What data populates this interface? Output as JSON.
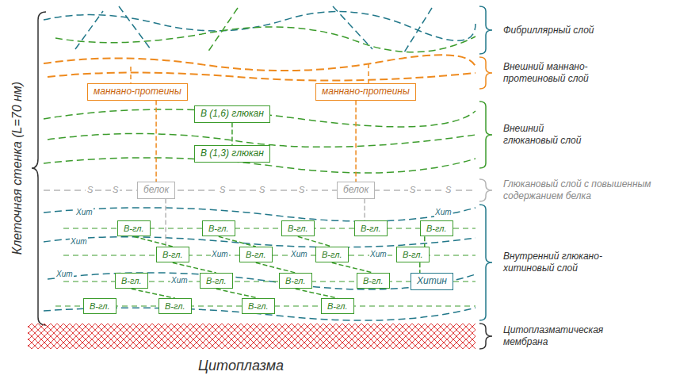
{
  "diagram": {
    "nodes": [
      {
        "text": [
          "маннано-протеины"
        ]
      },
      {
        "text": [
          "маннано-протеины"
        ]
      },
      {
        "text": [
          "B (1,6) глюкан"
        ]
      },
      {
        "text": [
          "B (1,3) глюкан"
        ]
      },
      {
        "text": [
          "белок"
        ]
      },
      {
        "text": [
          "белок"
        ]
      },
      {
        "text": [
          "B-гл."
        ]
      },
      {
        "text": [
          "B-гл."
        ]
      },
      {
        "text": [
          "B-гл."
        ]
      },
      {
        "text": [
          "B-гл."
        ]
      },
      {
        "text": [
          "B-гл."
        ]
      },
      {
        "text": [
          "B-гл."
        ]
      },
      {
        "text": [
          "B-гл."
        ]
      },
      {
        "text": [
          "B-гл."
        ]
      },
      {
        "text": [
          "B-гл."
        ]
      },
      {
        "text": [
          "B-гл."
        ]
      },
      {
        "text": [
          "B-гл."
        ]
      },
      {
        "text": [
          "B-гл."
        ]
      },
      {
        "text": [
          "B-гл."
        ]
      },
      {
        "text": [
          "Хитин"
        ]
      },
      {
        "text": [
          "B-гл."
        ]
      },
      {
        "text": [
          "B-гл."
        ]
      },
      {
        "text": [
          "B-гл."
        ]
      },
      {
        "text": [
          "B-гл."
        ]
      }
    ],
    "edges": [
      {
        "from": 0,
        "to": 4,
        "arrow": "none"
      },
      {
        "from": 1,
        "to": 5,
        "arrow": "none"
      },
      {
        "from": 2,
        "to": 3,
        "arrow": "none"
      },
      {
        "from": 4,
        "to": 11,
        "arrow": "none"
      },
      {
        "from": 5,
        "to": 9,
        "arrow": "none"
      },
      {
        "from": 6,
        "to": 11,
        "arrow": "none"
      },
      {
        "from": 7,
        "to": 12,
        "arrow": "none"
      },
      {
        "from": 8,
        "to": 13,
        "arrow": "none"
      },
      {
        "from": 10,
        "to": 14,
        "arrow": "none"
      },
      {
        "from": 11,
        "to": 16,
        "arrow": "none"
      },
      {
        "from": 12,
        "to": 17,
        "arrow": "none"
      },
      {
        "from": 13,
        "to": 18,
        "arrow": "none"
      },
      {
        "from": 14,
        "to": 19,
        "arrow": "none"
      },
      {
        "from": 15,
        "to": 21,
        "arrow": "none"
      },
      {
        "from": 16,
        "to": 22,
        "arrow": "none"
      },
      {
        "from": 17,
        "to": 23,
        "arrow": "none"
      }
    ],
    "labels": [
      "Клеточная стенка (L=70 нм)",
      "Фибриллярный слой",
      "Внешний маннано-протеиновый слой",
      "Внешний глюкановый слой",
      "Глюкановый слой с повышенным содержанием белка",
      "Внутренний глюкано-хитиновый слой",
      "Цитоплазматическая мембрана",
      "S",
      "S",
      "S",
      "S",
      "S",
      "S",
      "S",
      "Хит",
      "Хит",
      "Хит",
      "Хит",
      "Хит",
      "Хит",
      "Хит",
      "Хит",
      "Цитоплазма"
    ]
  }
}
